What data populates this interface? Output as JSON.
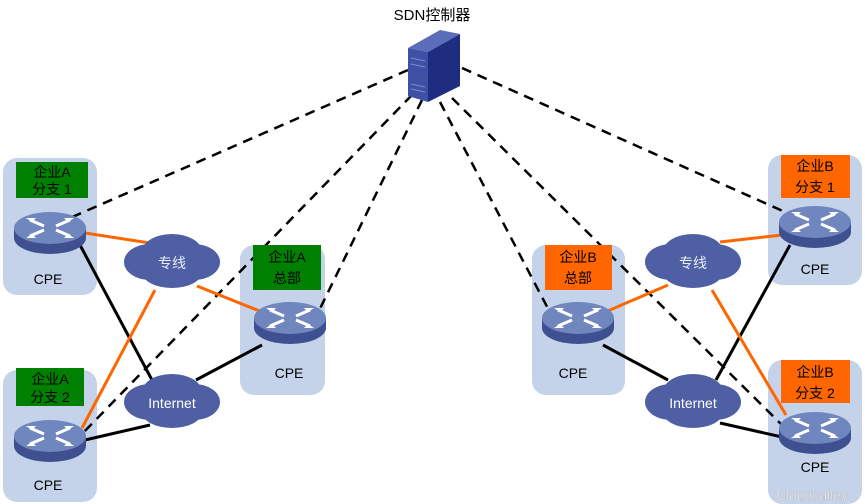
{
  "controller": {
    "label": "SDN控制器",
    "icon": "server-icon"
  },
  "sites": [
    {
      "id": "a-branch-1",
      "title_line1": "企业A",
      "title_line2": "分支 1",
      "device": "CPE",
      "color": "#008000"
    },
    {
      "id": "a-branch-2",
      "title_line1": "企业A",
      "title_line2": "分支 2",
      "device": "CPE",
      "color": "#008000"
    },
    {
      "id": "a-hq",
      "title_line1": "企业A",
      "title_line2": "总部",
      "device": "CPE",
      "color": "#008000"
    },
    {
      "id": "b-hq",
      "title_line1": "企业B",
      "title_line2": "总部",
      "device": "CPE",
      "color": "#FF6600"
    },
    {
      "id": "b-branch-1",
      "title_line1": "企业B",
      "title_line2": "分支 1",
      "device": "CPE",
      "color": "#FF6600"
    },
    {
      "id": "b-branch-2",
      "title_line1": "企业B",
      "title_line2": "分支 2",
      "device": "CPE",
      "color": "#FF6600"
    }
  ],
  "clouds": {
    "a_leased": "专线",
    "a_internet": "Internet",
    "b_leased": "专线",
    "b_internet": "Internet"
  },
  "colors": {
    "leased_line": "#FF6600",
    "internet_line": "#000000",
    "control_line": "#000000",
    "site_bg": "#C5D3EA",
    "cloud": "#4E5FA3"
  },
  "watermark": "Cloudvalley"
}
